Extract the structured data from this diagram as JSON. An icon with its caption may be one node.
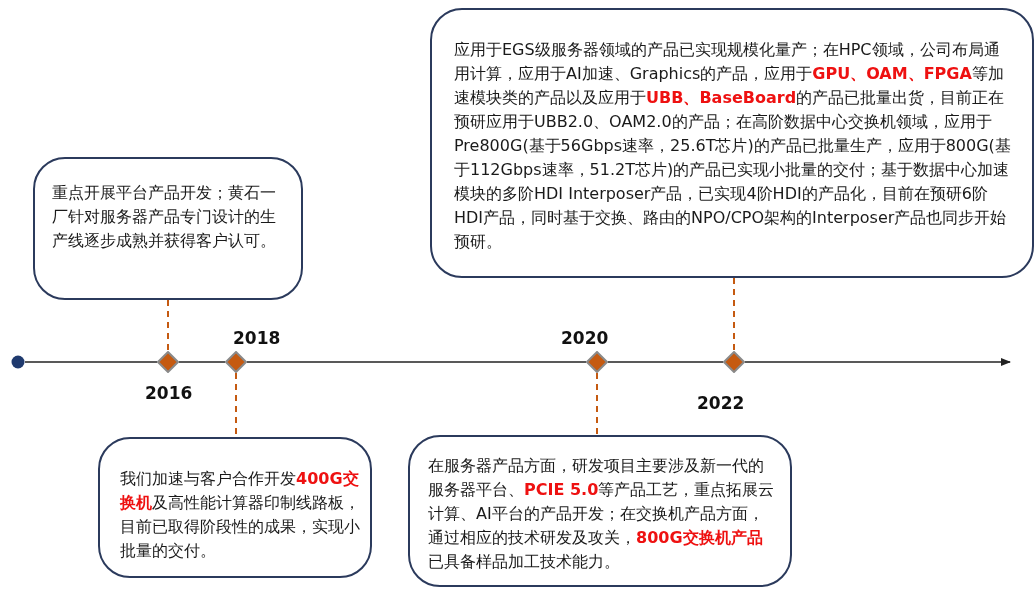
{
  "diagram": {
    "nodes": [
      {
        "text": [
          "应用于EGS级服务器领域的产品已实现规模化量产；在HPC领域，公司布局通用计算，应用于AI加速、Graphics的产品，应用于**GPU、OAM、FPGA**等加速模块类的产品以及应用于**UBB、BaseBoard**的产品已批量出货，目前正在预研应用于UBB2.0、OAM2.0的产品；在高阶数据中心交换机领域，应用于Pre800G(基于56Gbps速率，25.6T芯片)的产品已批量生产，应用于800G(基于112Gbps速率，51.2T芯片)的产品已实现小批量的交付；基于数据中心加速模块的多阶HDI Interposer产品，已实现4阶HDI的产品化，目前在预研6阶HDI产品，同时基于交换、路由的NPO/CPO架构的Interposer产品也同步开始预研。"
        ]
      },
      {
        "text": [
          "重点开展平台产品开发；黄石一厂针对服务器产品专门设计的生产线逐步成熟并获得客户认可。"
        ]
      },
      {
        "text": [],
        "shape": "circle"
      },
      {
        "text": [],
        "shape": "diamond",
        "beside": [
          "2016"
        ]
      },
      {
        "text": [],
        "shape": "diamond",
        "beside": [
          "2018"
        ]
      },
      {
        "text": [],
        "shape": "diamond",
        "beside": [
          "2020"
        ]
      },
      {
        "text": [],
        "shape": "diamond",
        "beside": [
          "2022"
        ]
      },
      {
        "text": [
          "我们加速与客户合作开发**400G交换机**及高性能计算器印制线路板，目前已取得阶段性的成果，实现小批量的交付。"
        ]
      },
      {
        "text": [
          "在服务器产品方面，研发项目主要涉及新一代的服务器平台、**PCIE 5.0**等产品工艺，重点拓展云计算、AI平台的产品开发；在交换机产品方面，通过相应的技术研发及攻关，**800G交换机产品**已具备样品加工技术能力。"
        ]
      }
    ],
    "edges": [
      {
        "from": 2,
        "to": 3,
        "arrow": "none"
      },
      {
        "from": 3,
        "to": 4,
        "arrow": "none"
      },
      {
        "from": 4,
        "to": 5,
        "arrow": "none"
      },
      {
        "from": 5,
        "to": 6,
        "arrow": "none"
      },
      {
        "from": 6,
        "to": null,
        "arrow": "to"
      },
      {
        "from": 1,
        "to": 3,
        "arrow": "none",
        "style": "dashed",
        "color": "#c55a11"
      },
      {
        "from": 4,
        "to": 7,
        "arrow": "none",
        "style": "dashed",
        "color": "#c55a11"
      },
      {
        "from": 5,
        "to": 8,
        "arrow": "none",
        "style": "dashed",
        "color": "#c55a11"
      },
      {
        "from": 0,
        "to": 6,
        "arrow": "none",
        "style": "dashed",
        "color": "#c55a11"
      }
    ]
  }
}
